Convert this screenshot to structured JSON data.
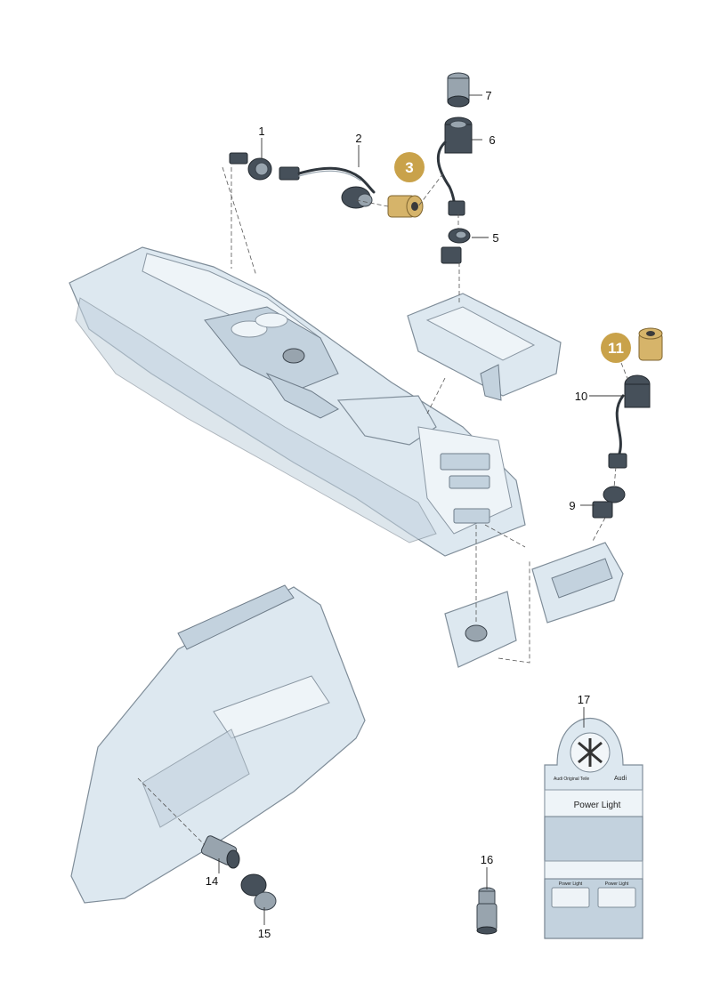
{
  "callouts": [
    {
      "id": "1",
      "label": "1"
    },
    {
      "id": "2",
      "label": "2"
    },
    {
      "id": "3",
      "label": "3",
      "highlighted": true
    },
    {
      "id": "5",
      "label": "5"
    },
    {
      "id": "6",
      "label": "6"
    },
    {
      "id": "7",
      "label": "7"
    },
    {
      "id": "9",
      "label": "9"
    },
    {
      "id": "10",
      "label": "10"
    },
    {
      "id": "11",
      "label": "11",
      "highlighted": true
    },
    {
      "id": "14",
      "label": "14"
    },
    {
      "id": "15",
      "label": "15"
    },
    {
      "id": "16",
      "label": "16"
    },
    {
      "id": "17",
      "label": "17"
    }
  ],
  "highlight_color": "#c9a24a",
  "display_box": {
    "brand_small": "Audi Original Teile",
    "brand": "Audi",
    "product_title": "Power Light",
    "tray_label_left": "Power Light",
    "tray_label_right": "Power Light"
  }
}
